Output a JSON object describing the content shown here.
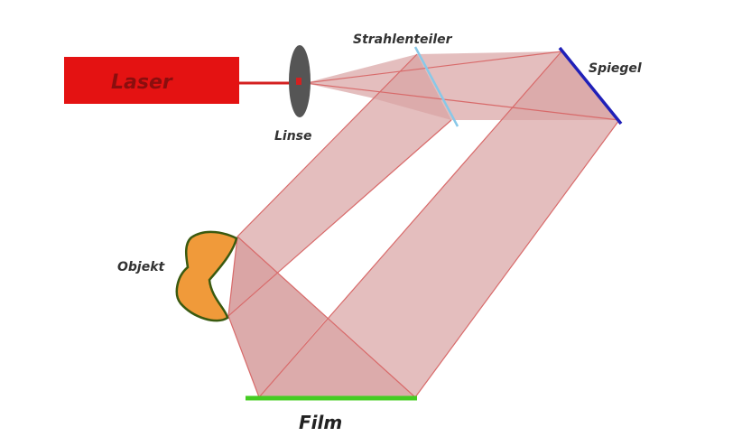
{
  "labels": {
    "laser": "Laser",
    "lens": "Linse",
    "beam_splitter": "Strahlenteiler",
    "mirror": "Spiegel",
    "object": "Objekt",
    "film": "Film"
  },
  "colors": {
    "laser_body": "#e41212",
    "laser_beam": "#d42020",
    "beam_fill": "#d9a3a3",
    "beam_edge": "#d86a6a",
    "lens": "#555555",
    "beam_splitter": "#88c8e8",
    "mirror": "#2020b8",
    "object_fill": "#f09a3a",
    "object_edge": "#3a5a10",
    "film": "#44cc22"
  }
}
